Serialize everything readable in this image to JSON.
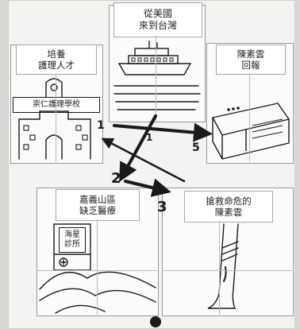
{
  "panels": {
    "ship": {
      "lines": [
        "從美國",
        "來到台灣"
      ]
    },
    "school": {
      "title_lines": [
        "培養",
        "護理人才"
      ],
      "sign": "崇仁護理學校"
    },
    "newspaper": {
      "lines": [
        "陳素雲",
        "回報"
      ]
    },
    "clinic": {
      "title_lines": [
        "嘉義山區",
        "缺乏醫療"
      ],
      "sign_lines": [
        "海星",
        "診所"
      ]
    },
    "rescue": {
      "lines": [
        "搶救命危的",
        "陳素雲"
      ]
    }
  },
  "arrows": {
    "labels": [
      "1",
      "2",
      "3",
      "5",
      "1"
    ]
  },
  "footer": {
    "page_number": ""
  },
  "colors": {
    "paper": "#f3f3f1",
    "ink": "#1a1a1a",
    "card_border": "#9a9a98"
  }
}
